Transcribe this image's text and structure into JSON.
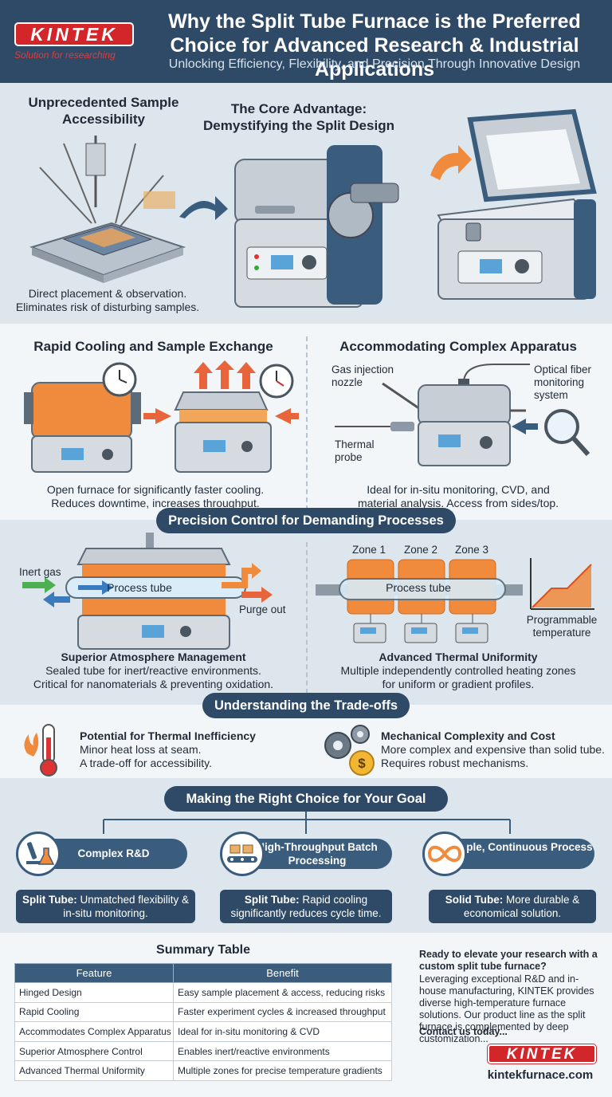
{
  "header": {
    "logo": "KINTEK",
    "logo_tagline": "Solution for researching",
    "title": "Why the Split Tube Furnace is the Preferred Choice for Advanced Research & Industrial Applications",
    "subtitle": "Unlocking Efficiency, Flexibility, and Precision Through Innovative Design"
  },
  "section1": {
    "accessibility_title": "Unprecedented Sample Accessibility",
    "accessibility_text1": "Direct placement & observation.",
    "accessibility_text2": "Eliminates risk of disturbing samples.",
    "core_title": "The Core Advantage: Demystifying the Split Design"
  },
  "section2": {
    "cooling_title": "Rapid Cooling and Sample Exchange",
    "cooling_text1": "Open furnace for significantly faster cooling.",
    "cooling_text2": "Reduces downtime, increases throughput.",
    "apparatus_title": "Accommodating Complex Apparatus",
    "label_gas": "Gas injection nozzle",
    "label_fiber": "Optical fiber monitoring system",
    "label_probe": "Thermal probe",
    "apparatus_text1": "Ideal for in-situ monitoring, CVD, and",
    "apparatus_text2": "material analysis. Access from sides/top."
  },
  "section3": {
    "pill": "Precision Control for Demanding Processes",
    "inert_gas": "Inert gas",
    "process_tube": "Process tube",
    "purge_out": "Purge out",
    "atmo_title": "Superior Atmosphere Management",
    "atmo_text1": "Sealed tube for inert/reactive environments.",
    "atmo_text2": "Critical for nanomaterials & preventing oxidation.",
    "zone1": "Zone 1",
    "zone2": "Zone 2",
    "zone3": "Zone 3",
    "process_tube2": "Process tube",
    "programmable": "Programmable temperature",
    "thermal_title": "Advanced Thermal Uniformity",
    "thermal_text1": "Multiple independently controlled heating zones",
    "thermal_text2": "for uniform or gradient profiles."
  },
  "section4": {
    "pill": "Understanding the Trade-offs",
    "ineff_title": "Potential for Thermal Inefficiency",
    "ineff_text1": "Minor heat loss at seam.",
    "ineff_text2": "A trade-off for accessibility.",
    "mech_title": "Mechanical Complexity and Cost",
    "mech_text1": "More complex and expensive than solid tube.",
    "mech_text2": "Requires robust mechanisms."
  },
  "section5": {
    "pill": "Making the Right Choice for Your Goal",
    "goals": [
      {
        "label": "Complex R&D",
        "result_bold": "Split Tube:",
        "result_rest": " Unmatched flexibility & in-situ monitoring."
      },
      {
        "label": "High-Throughput Batch Processing",
        "result_bold": "Split Tube:",
        "result_rest": " Rapid cooling significantly reduces cycle time."
      },
      {
        "label": "Simple, Continuous Process",
        "result_bold": "Solid Tube:",
        "result_rest": " More durable & economical solution."
      }
    ]
  },
  "summary": {
    "title": "Summary Table",
    "headers": [
      "Feature",
      "Benefit"
    ],
    "rows": [
      [
        "Hinged Design",
        "Easy sample placement & access, reducing risks"
      ],
      [
        "Rapid Cooling",
        "Faster experiment cycles & increased throughput"
      ],
      [
        "Accommodates Complex Apparatus",
        "Ideal for in-situ monitoring & CVD"
      ],
      [
        "Superior Atmosphere Control",
        "Enables inert/reactive environments"
      ],
      [
        "Advanced Thermal Uniformity",
        "Multiple zones for precise temperature gradients"
      ]
    ]
  },
  "cta": {
    "heading": "Ready to elevate your research with a custom split tube furnace?",
    "body": "Leveraging exceptional R&D and in-house manufacturing, KINTEK provides diverse high-temperature furnace solutions. Our product line as the split furnace is complemented by deep customization...",
    "contact": "Contact us today...",
    "logo": "KINTEK",
    "website": "kintekfurnace.com"
  },
  "colors": {
    "navy": "#2f4a66",
    "brand_red": "#d3262b",
    "heat_orange": "#f08a3c"
  }
}
